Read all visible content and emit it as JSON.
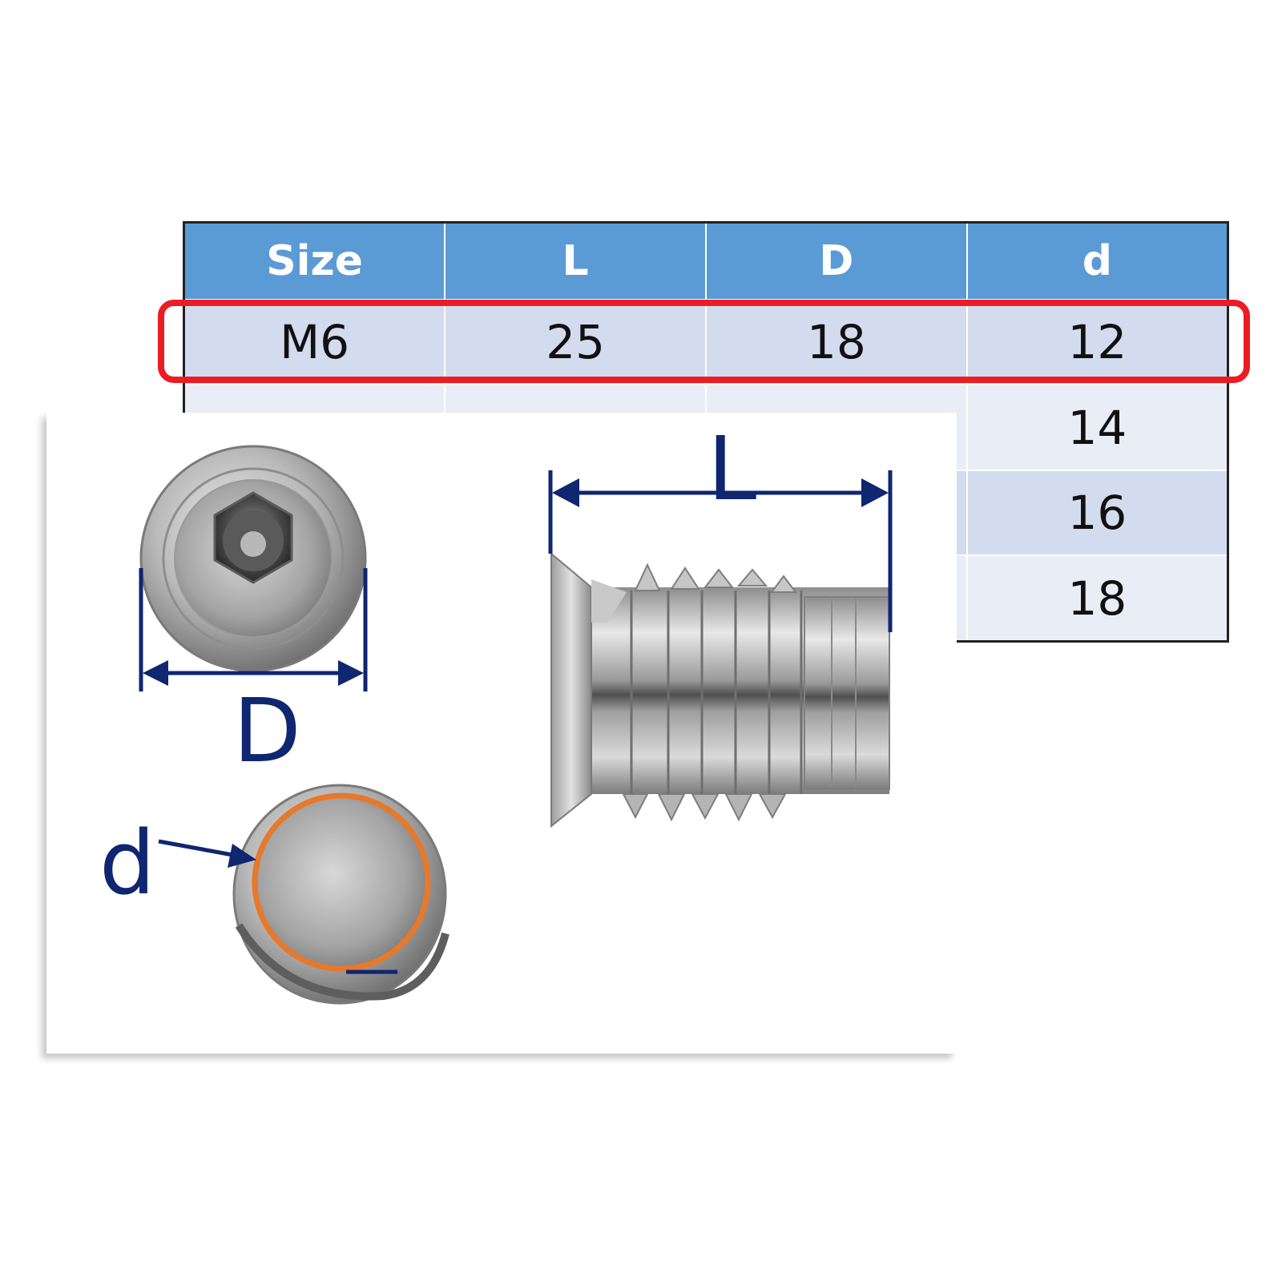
{
  "table": {
    "headers": [
      "Size",
      "L",
      "D",
      "d"
    ],
    "rows": [
      [
        "M6",
        "25",
        "18",
        "12"
      ],
      [
        "",
        "",
        "",
        "14"
      ],
      [
        "",
        "",
        "",
        "16"
      ],
      [
        "",
        "",
        "",
        "18"
      ]
    ]
  },
  "highlighted_row": 0,
  "dimensions": {
    "length_label": "L",
    "outer_diameter_label": "D",
    "inner_diameter_label": "d"
  },
  "colors": {
    "header_bg": "#5b9bd5",
    "row_odd_bg": "#d3dcee",
    "row_even_bg": "#e9edf6",
    "highlight": "#ec1c24",
    "dimension_lines": "#0f2670",
    "inner_ring": "#e8782a"
  }
}
